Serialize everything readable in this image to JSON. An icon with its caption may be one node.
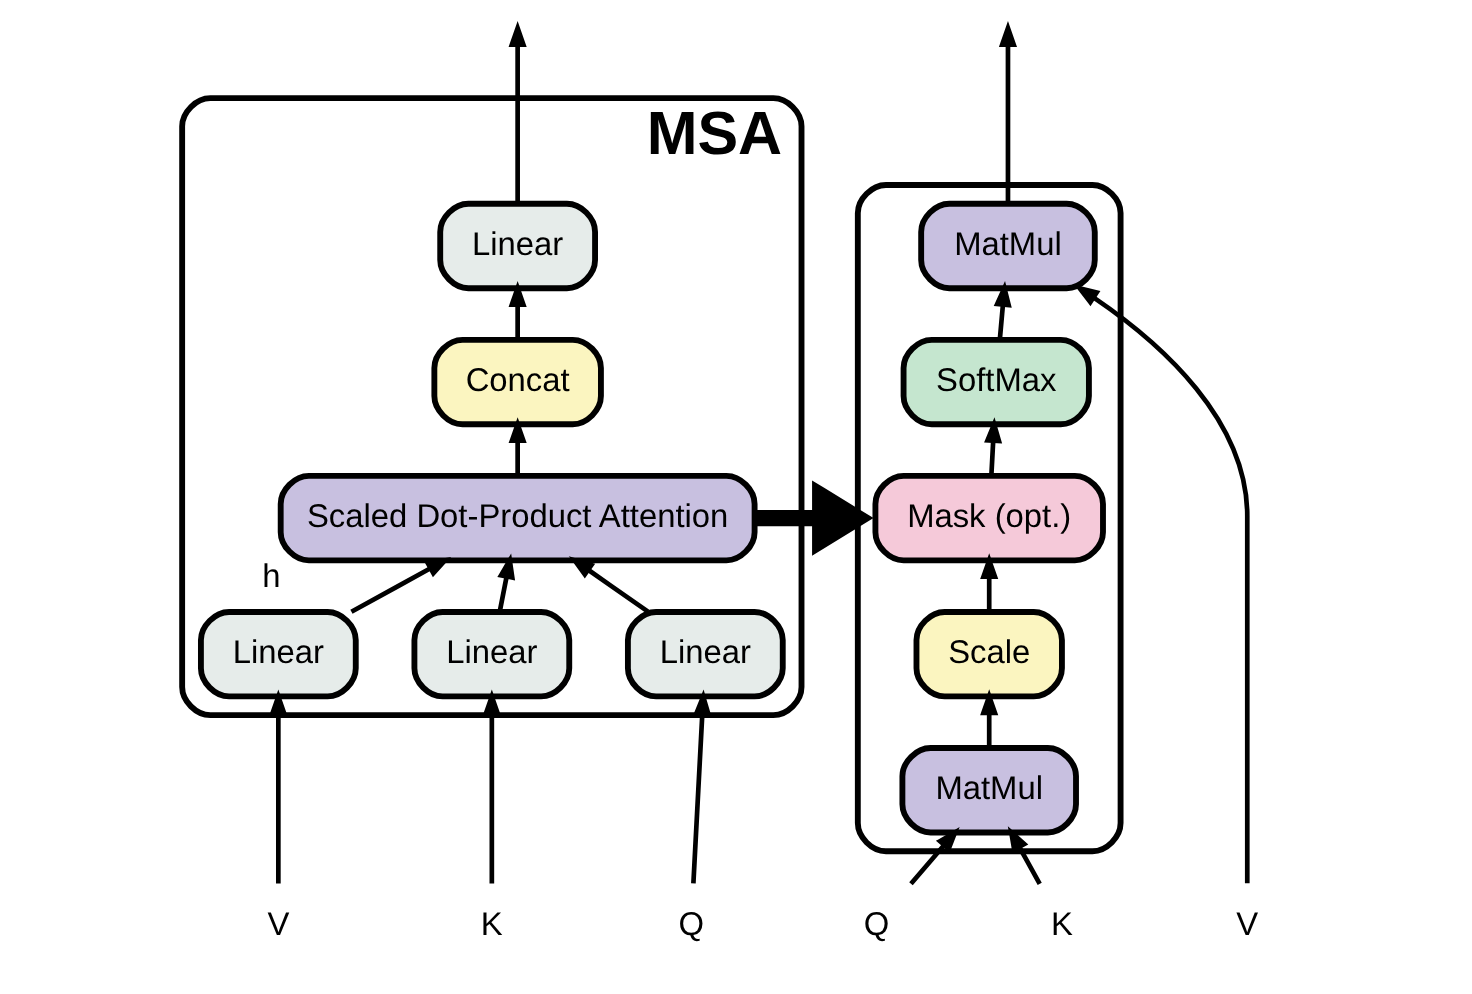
{
  "diagram": {
    "nodes": [
      {
        "text": [
          "MSA"
        ]
      },
      {
        "text": [
          "Linear"
        ],
        "in": 0
      },
      {
        "text": [
          "Concat"
        ],
        "in": 0
      },
      {
        "text": [
          "Scaled Dot-Product Attention"
        ],
        "in": 0,
        "beside": [
          "h"
        ]
      },
      {
        "text": [
          "Linear"
        ],
        "in": 0
      },
      {
        "text": [
          "Linear"
        ],
        "in": 0
      },
      {
        "text": [
          "Linear"
        ],
        "in": 0
      },
      {
        "text": [
          "V"
        ]
      },
      {
        "text": [
          "K"
        ]
      },
      {
        "text": [
          "Q"
        ]
      },
      {
        "text": [],
        "shape": "box"
      },
      {
        "text": [
          "MatMul"
        ],
        "in": 10
      },
      {
        "text": [
          "SoftMax"
        ],
        "in": 10
      },
      {
        "text": [
          "Mask (opt.)"
        ],
        "in": 10
      },
      {
        "text": [
          "Scale"
        ],
        "in": 10
      },
      {
        "text": [
          "MatMul"
        ],
        "in": 10
      },
      {
        "text": [
          "Q"
        ]
      },
      {
        "text": [
          "K"
        ]
      },
      {
        "text": [
          "V"
        ]
      }
    ],
    "edges": [
      {
        "from": 1,
        "to": null,
        "arrow": "to"
      },
      {
        "from": 2,
        "to": 1,
        "arrow": "to"
      },
      {
        "from": 3,
        "to": 2,
        "arrow": "to"
      },
      {
        "from": 4,
        "to": 3,
        "arrow": "to"
      },
      {
        "from": 5,
        "to": 3,
        "arrow": "to"
      },
      {
        "from": 6,
        "to": 3,
        "arrow": "to"
      },
      {
        "from": 7,
        "to": 4,
        "arrow": "to"
      },
      {
        "from": 8,
        "to": 5,
        "arrow": "to"
      },
      {
        "from": 9,
        "to": 6,
        "arrow": "to"
      },
      {
        "from": 3,
        "to": 10,
        "arrow": "to",
        "style": "thick"
      },
      {
        "from": 15,
        "to": 14,
        "arrow": "to"
      },
      {
        "from": 14,
        "to": 13,
        "arrow": "to"
      },
      {
        "from": 13,
        "to": 12,
        "arrow": "to"
      },
      {
        "from": 12,
        "to": 11,
        "arrow": "to"
      },
      {
        "from": 16,
        "to": 15,
        "arrow": "to"
      },
      {
        "from": 17,
        "to": 15,
        "arrow": "to"
      },
      {
        "from": 18,
        "to": 11,
        "arrow": "to"
      },
      {
        "from": 11,
        "to": null,
        "arrow": "to"
      }
    ]
  }
}
